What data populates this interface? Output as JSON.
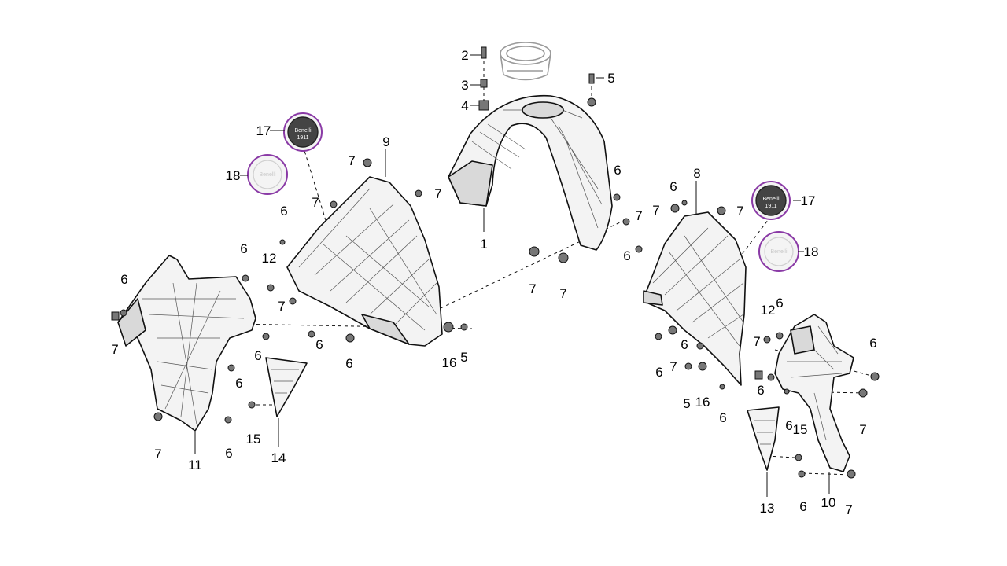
{
  "diagram": {
    "callouts": {
      "c1": "1",
      "c2": "2",
      "c3": "3",
      "c4": "4",
      "c5": "5",
      "c6": "6",
      "c7": "7",
      "c8": "8",
      "c9": "9",
      "c10": "10",
      "c11": "11",
      "c12": "12",
      "c13": "13",
      "c14": "14",
      "c15": "15",
      "c16": "16",
      "c17": "17",
      "c18": "18"
    },
    "badge": {
      "brand": "Benelli",
      "sub": "1911"
    },
    "colors": {
      "badge_ring": "#8a3aa6",
      "line": "#111111",
      "ghost_part": "#9a9a9a"
    }
  }
}
